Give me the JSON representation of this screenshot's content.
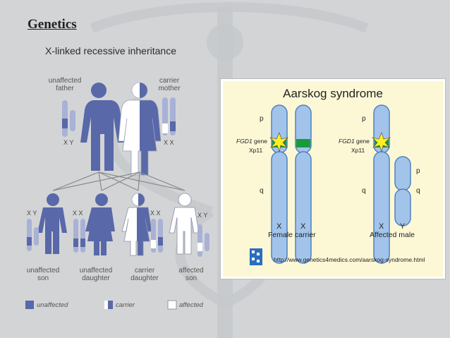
{
  "slide": {
    "title": "Genetics",
    "subtitle": "X-linked recessive inheritance"
  },
  "pedigree": {
    "parents": [
      {
        "label": "unaffected\nfather",
        "chromosomes": "X Y"
      },
      {
        "label": "carrier\nmother",
        "chromosomes": "X X"
      }
    ],
    "children": [
      {
        "label": "unaffected\nson",
        "chromosomes": "X Y"
      },
      {
        "label": "unaffected\ndaughter",
        "chromosomes": "X X"
      },
      {
        "label": "carrier\ndaughter",
        "chromosomes": "X X"
      },
      {
        "label": "affected\nson",
        "chromosomes": "X Y"
      }
    ],
    "legend": [
      {
        "label": "unaffected",
        "color": "#5868a8"
      },
      {
        "label": "carrier",
        "color": "#5868a8"
      },
      {
        "label": "affected",
        "color": "#ffffff"
      }
    ]
  },
  "panel": {
    "title": "Aarskog syndrome",
    "left_group": {
      "p": "p",
      "gene": "FGD1",
      "gene_suffix": " gene",
      "locus": "Xp11",
      "q": "q",
      "chrom_labels": [
        "X",
        "X"
      ],
      "caption": "Female carrier"
    },
    "right_group": {
      "p": "p",
      "gene": "FGD1",
      "gene_suffix": " gene",
      "locus": "Xp11",
      "q": "q",
      "y_p": "p",
      "y_q": "q",
      "chrom_labels": [
        "X",
        "Y"
      ],
      "caption": "Affected male"
    },
    "url": "http://www.genetics4medics.com/aarskog-syndrome.html"
  },
  "colors": {
    "background": "#d3d4d6",
    "person_blue": "#5868a8",
    "chromosome_blue": "#a3c4ea",
    "chromosome_outline": "#4f81bd",
    "mutation_green": "#1a9a3a",
    "mutation_star": "#ffee22",
    "panel_bg": "#fcf8d6"
  }
}
